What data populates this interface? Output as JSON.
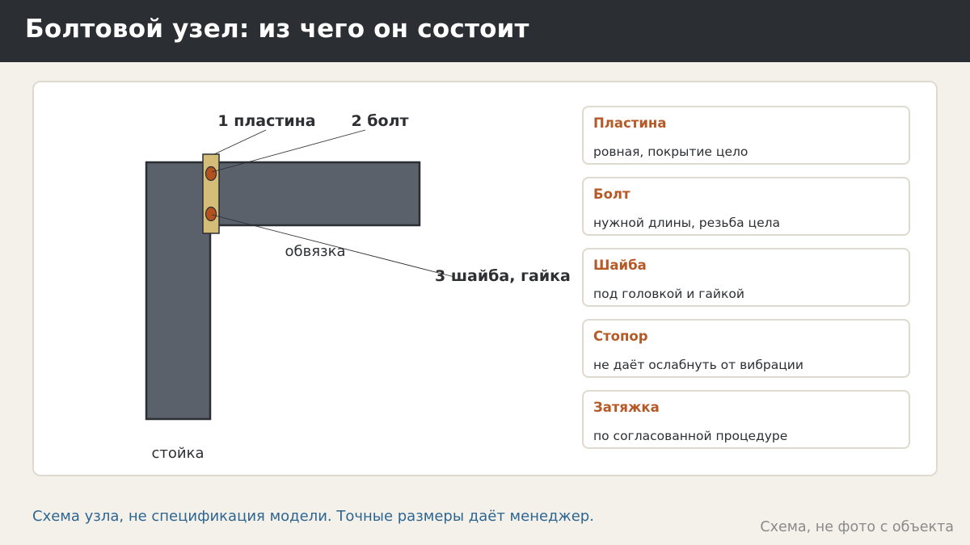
{
  "header": {
    "title": "Болтовой узел: из чего он состоит"
  },
  "diagram": {
    "callouts": [
      {
        "text": "1 пластина"
      },
      {
        "text": "2 болт"
      },
      {
        "text": "3 шайба, гайка"
      }
    ],
    "labels": {
      "beam": "обвязка",
      "post": "стойка"
    },
    "colors": {
      "steel": "#5a616b",
      "outline": "#2b2e33",
      "plate": "#d4bd78",
      "bolt": "#b3521e"
    }
  },
  "parts": [
    {
      "title": "Пластина",
      "desc": "ровная, покрытие цело"
    },
    {
      "title": "Болт",
      "desc": "нужной длины, резьба цела"
    },
    {
      "title": "Шайба",
      "desc": "под головкой и гайкой"
    },
    {
      "title": "Стопор",
      "desc": "не даёт ослабнуть от вибрации"
    },
    {
      "title": "Затяжка",
      "desc": "по согласованной процедуре"
    }
  ],
  "footer": {
    "caption": "Схема узла, не спецификация модели. Точные размеры даёт менеджер.",
    "note": "Схема, не фото с объекта"
  },
  "theme": {
    "header_bg": "#2b2e33",
    "page_bg": "#f4f1eb",
    "accent": "#b55a27",
    "caption_color": "#2f6690"
  }
}
